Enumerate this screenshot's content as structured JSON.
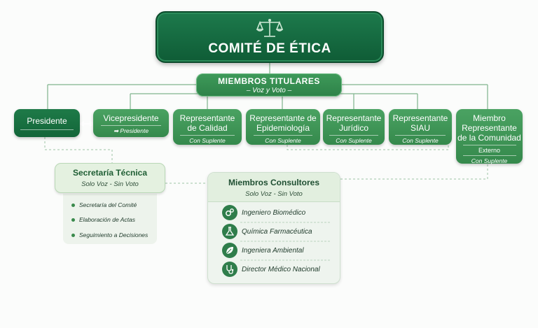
{
  "title": "COMITÉ DE ÉTICA",
  "icons": {
    "scale": "balance-scale-icon"
  },
  "titulares": {
    "label": "MIEMBROS TITULARES",
    "sub": "– Voz y Voto –"
  },
  "members": [
    {
      "name": "Presidente",
      "sub": ""
    },
    {
      "name": "Vicepresidente",
      "sub": "➡ Presidente"
    },
    {
      "name": "Representante de Calidad",
      "sub": "Con Suplente"
    },
    {
      "name": "Representante de Epidemiología",
      "sub": "Con Suplente"
    },
    {
      "name": "Representante Jurídico",
      "sub": "Con Suplente"
    },
    {
      "name": "Representante SIAU",
      "sub": "Con Suplente"
    },
    {
      "name": "Miembro Representante de la Comunidad",
      "extra": "Externo",
      "sub": "Con Suplente"
    }
  ],
  "secretaria": {
    "title": "Secretaría Técnica",
    "sub": "Solo Voz - Sin Voto",
    "items": [
      "Secretaría del Comité",
      "Elaboración de Actas",
      "Seguimiento a Decisiones"
    ]
  },
  "consultores": {
    "title": "Miembros Consultores",
    "sub": "Solo Voz - Sin Voto",
    "items": [
      {
        "label": "Ingeniero Biomédico",
        "icon": "gears-icon"
      },
      {
        "label": "Química Farmacéutica",
        "icon": "flask-icon"
      },
      {
        "label": "Ingeniera Ambiental",
        "icon": "leaf-icon"
      },
      {
        "label": "Director Médico Nacional",
        "icon": "stethoscope-icon"
      }
    ]
  },
  "colors": {
    "dark_green": "#136639",
    "mid_green": "#35894c",
    "light_green": "#e4f1e0"
  }
}
